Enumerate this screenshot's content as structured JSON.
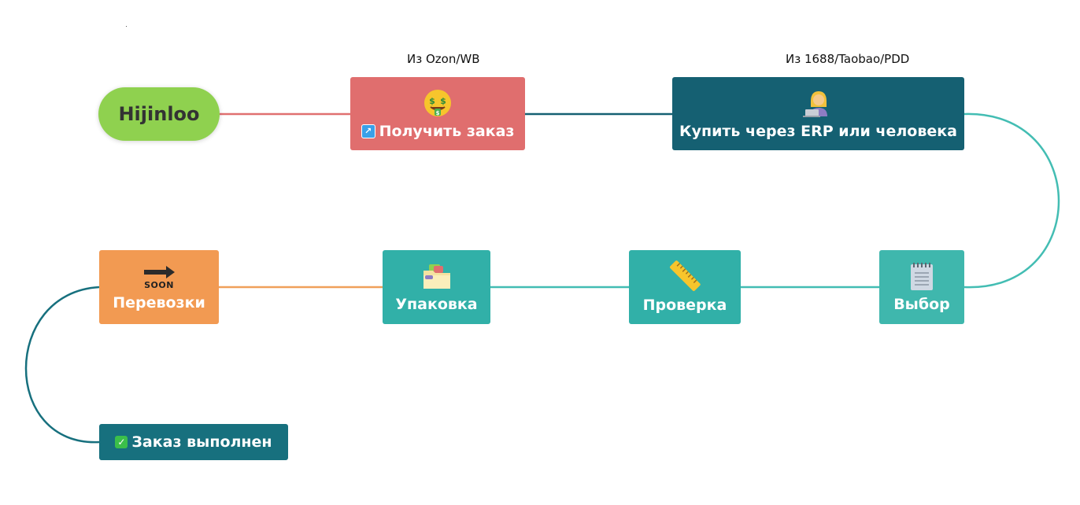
{
  "colors": {
    "root": "#8fd14f",
    "receive": "#e06e6e",
    "buy": "#156072",
    "teal": "#31b0a8",
    "choose": "#3fb7ad",
    "shipping": "#f29a52",
    "done": "#17707e",
    "line_red": "#e07070",
    "line_dark": "#156072",
    "line_teal": "#43bdb3",
    "line_orange": "#f0a05a"
  },
  "root": {
    "label": "Hijinloo"
  },
  "notes": {
    "from_marketplace": "Из Ozon/WB",
    "from_suppliers": "Из 1688/Taobao/PDD"
  },
  "nodes": {
    "receive_order": {
      "label": "Получить заказ",
      "icon": "money-mouth-face-icon",
      "prefix_icon": "external-link-icon"
    },
    "buy": {
      "label": "Купить через ERP или человека",
      "icon": "woman-technologist-icon"
    },
    "choose": {
      "label": "Выбор",
      "icon": "notepad-icon"
    },
    "check": {
      "label": "Проверка",
      "icon": "ruler-icon"
    },
    "pack": {
      "label": "Упаковка",
      "icon": "open-folder-icon"
    },
    "shipping": {
      "label": "Перевозки",
      "icon": "soon-arrow-icon",
      "icon_text": "SOON"
    },
    "done": {
      "label": "Заказ выполнен",
      "icon": "check-mark-button-icon"
    }
  }
}
